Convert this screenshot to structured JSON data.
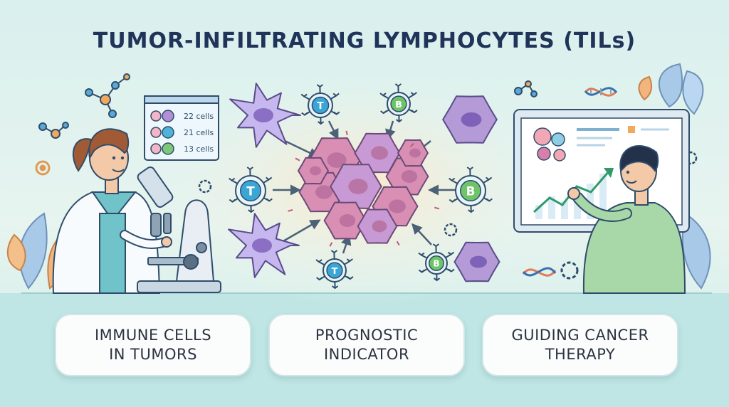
{
  "title": "TUMOR-INFILTRATING LYMPHOCYTES (TILs)",
  "counts_panel": {
    "rows": [
      {
        "label": "22 cells",
        "color": "#b48ed6"
      },
      {
        "label": "21 cells",
        "color": "#4fb3d9"
      },
      {
        "label": "13 cells",
        "color": "#7cc77a"
      }
    ]
  },
  "cell_labels": {
    "t_cell": "T",
    "b_cell": "B"
  },
  "cards": [
    {
      "text": "IMMUNE CELLS\nIN TUMORS"
    },
    {
      "text": "PROGNOSTIC\nINDICATOR"
    },
    {
      "text": "GUIDING CANCER\nTHERAPY"
    }
  ],
  "colors": {
    "title": "#20345a",
    "tumor": "#d98fb4",
    "t_cell": "#3aa6d6",
    "b_cell": "#6fc46a",
    "macrophage": "#b59ad8",
    "dendritic": "#c6b8ef",
    "chart_line": "#2f9a6a"
  },
  "icons": [
    "molecule-icon",
    "dna-icon",
    "gear-icon",
    "leaf-icon",
    "microscope-icon",
    "monitor-icon"
  ]
}
